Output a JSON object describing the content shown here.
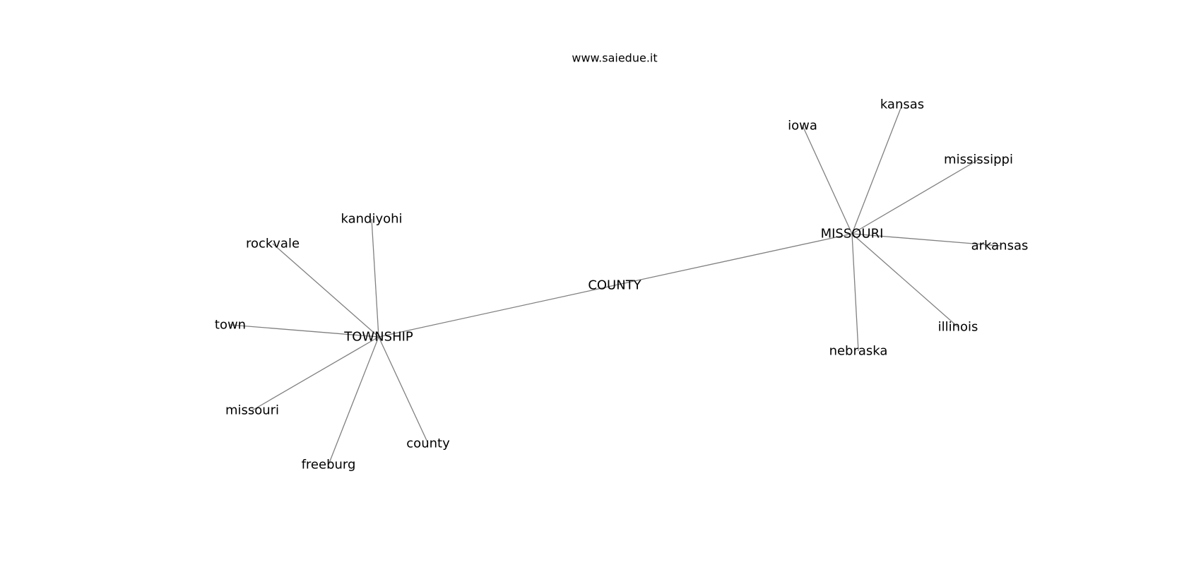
{
  "header": {
    "site": "www.saiedue.it"
  },
  "graph": {
    "edge_color": "#808080",
    "text_color": "#000000",
    "nodes": [
      {
        "id": "COUNTY",
        "label": "COUNTY"
      },
      {
        "id": "TOWNSHIP",
        "label": "TOWNSHIP"
      },
      {
        "id": "MISSOURI",
        "label": "MISSOURI"
      },
      {
        "id": "kandiyohi",
        "label": "kandiyohi"
      },
      {
        "id": "rockvale",
        "label": "rockvale"
      },
      {
        "id": "town",
        "label": "town"
      },
      {
        "id": "missouri",
        "label": "missouri"
      },
      {
        "id": "freeburg",
        "label": "freeburg"
      },
      {
        "id": "county",
        "label": "county"
      },
      {
        "id": "iowa",
        "label": "iowa"
      },
      {
        "id": "kansas",
        "label": "kansas"
      },
      {
        "id": "mississippi",
        "label": "mississippi"
      },
      {
        "id": "arkansas",
        "label": "arkansas"
      },
      {
        "id": "illinois",
        "label": "illinois"
      },
      {
        "id": "nebraska",
        "label": "nebraska"
      }
    ],
    "edges": [
      [
        "TOWNSHIP",
        "COUNTY"
      ],
      [
        "COUNTY",
        "MISSOURI"
      ],
      [
        "TOWNSHIP",
        "kandiyohi"
      ],
      [
        "TOWNSHIP",
        "rockvale"
      ],
      [
        "TOWNSHIP",
        "town"
      ],
      [
        "TOWNSHIP",
        "missouri"
      ],
      [
        "TOWNSHIP",
        "freeburg"
      ],
      [
        "TOWNSHIP",
        "county"
      ],
      [
        "MISSOURI",
        "iowa"
      ],
      [
        "MISSOURI",
        "kansas"
      ],
      [
        "MISSOURI",
        "mississippi"
      ],
      [
        "MISSOURI",
        "arkansas"
      ],
      [
        "MISSOURI",
        "illinois"
      ],
      [
        "MISSOURI",
        "nebraska"
      ]
    ]
  }
}
